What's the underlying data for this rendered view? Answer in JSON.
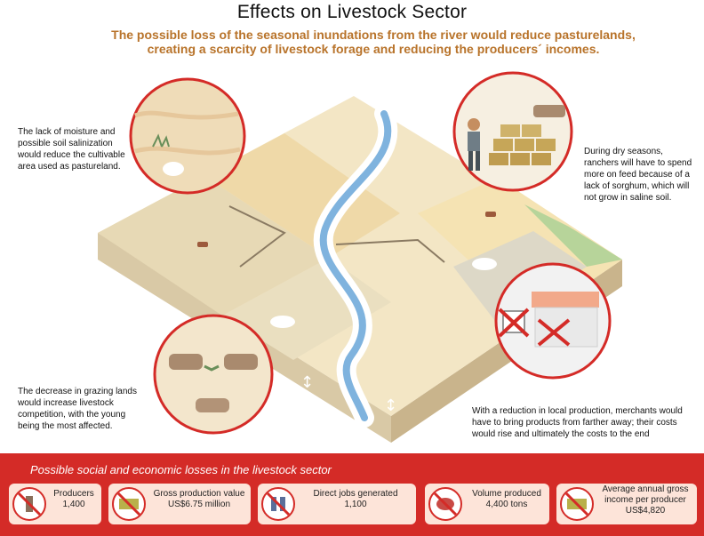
{
  "header": {
    "title": "Effects on Livestock Sector",
    "subtitle_line1": "The possible loss of the seasonal inundations from the river would reduce pasturelands,",
    "subtitle_line2": "creating a scarcity of livestock forage and reducing the producers´ incomes."
  },
  "captions": {
    "moisture": [
      "The lack of moisture and",
      "possible soil salinization",
      "would reduce the cultivable",
      "area used as pastureland."
    ],
    "dry_season": [
      "During dry seasons,",
      "ranchers will have to spend",
      "more on feed because of a",
      "lack of sorghum, which will",
      "not grow in saline soil."
    ],
    "grazing": [
      "The decrease in grazing lands",
      "would increase livestock",
      "competition, with the young",
      "being the most affected."
    ],
    "local_production": [
      "With a reduction in local production, merchants would",
      "have to bring products from farther away; their costs",
      "would rise and ultimately the costs to the end"
    ]
  },
  "footer": {
    "title": "Possible social and economic losses in the livestock sector",
    "cards": [
      {
        "label": "Producers",
        "value": "1,400",
        "icon": "farmer-crossed-icon"
      },
      {
        "label": "Gross production value",
        "value": "US$6.75 million",
        "icon": "money-crossed-icon"
      },
      {
        "label": "Direct jobs generated",
        "value": "1,100",
        "icon": "workers-crossed-icon"
      },
      {
        "label": "Volume produced",
        "value": "4,400 tons",
        "icon": "meat-crossed-icon"
      },
      {
        "label": "Average annual gross",
        "label2": "income per producer",
        "value": "US$4,820",
        "icon": "money-crossed-icon"
      }
    ]
  },
  "colors": {
    "accent_red": "#d42b27",
    "subtitle_orange": "#b8732a",
    "river_blue": "#7fb3de",
    "card_bg": "#fde4d9"
  }
}
